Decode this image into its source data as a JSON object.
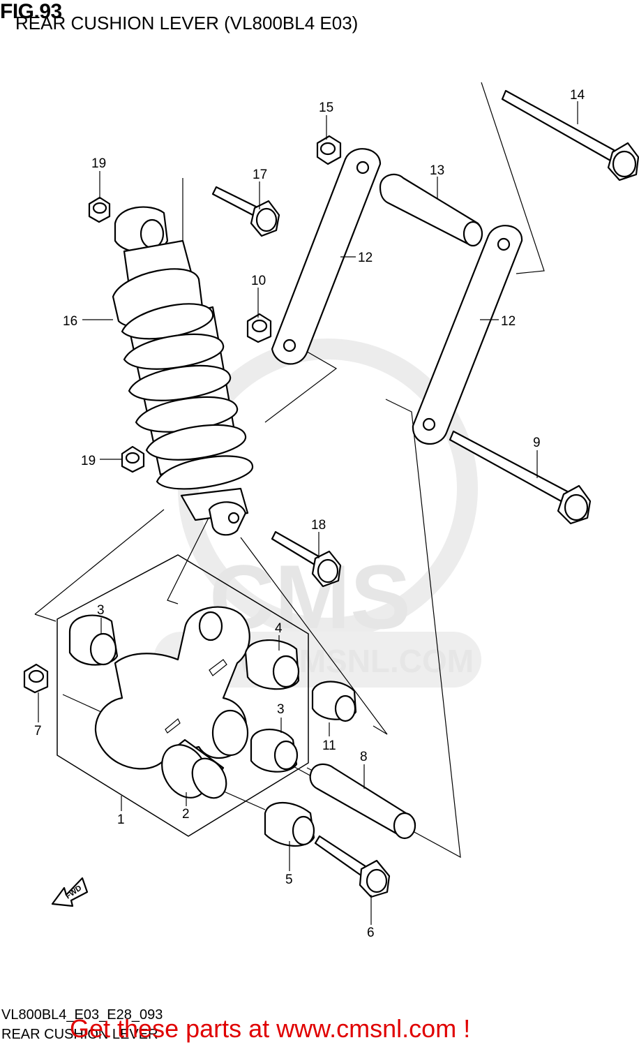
{
  "header": {
    "fig": "FIG.93",
    "subtitle": "REAR CUSHION LEVER (VL800BL4 E03)"
  },
  "footer": {
    "code": "VL800BL4_E03_E28_093",
    "name": "REAR CUSHION LEVER",
    "cta": "Get these parts at www.cmsnl.com !"
  },
  "watermark": {
    "brand": "CMS",
    "url": "WWW.CMSNL.COM"
  },
  "direction_arrow": "FWD",
  "callouts": {
    "c1": "1",
    "c2": "2",
    "c3a": "3",
    "c3b": "3",
    "c4": "4",
    "c5": "5",
    "c6": "6",
    "c7": "7",
    "c8": "8",
    "c9": "9",
    "c10": "10",
    "c11": "11",
    "c12a": "12",
    "c12b": "12",
    "c13": "13",
    "c14": "14",
    "c15": "15",
    "c16": "16",
    "c17": "17",
    "c18": "18",
    "c19a": "19",
    "c19b": "19"
  }
}
